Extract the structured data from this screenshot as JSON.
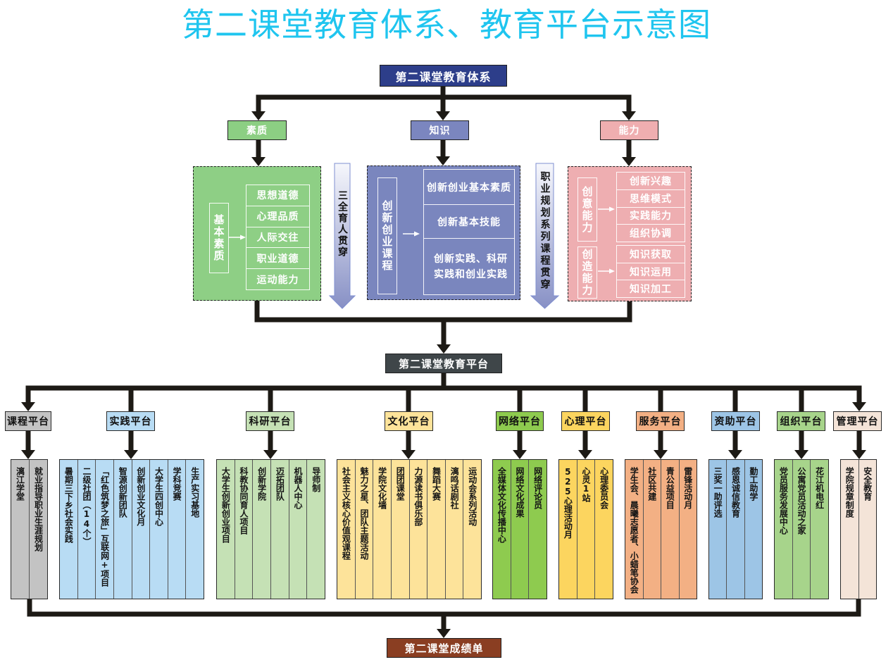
{
  "title": "第二课堂教育体系、教育平台示意图",
  "system": {
    "root_label": "第二课堂教育体系",
    "quality": {
      "label": "素质",
      "group_label": "基本素质",
      "items": [
        "思想道德",
        "心理品质",
        "人际交往",
        "职业道德",
        "运动能力"
      ]
    },
    "knowledge": {
      "label": "知识",
      "group_label": "创新创业课程",
      "items": [
        "创新创业基本素质",
        "创新基本技能",
        "创新实践、科研实践和创业实践"
      ]
    },
    "ability": {
      "label": "能力",
      "groups": [
        {
          "label": "创意能力",
          "items": [
            "创新兴趣",
            "思维模式",
            "实践能力",
            "组织协调"
          ]
        },
        {
          "label": "创造能力",
          "items": [
            "知识获取",
            "知识运用",
            "知识加工"
          ]
        }
      ]
    },
    "through_arrows": [
      {
        "label": "三全育人贯穿"
      },
      {
        "label": "职业规划系列课程贯穿"
      }
    ]
  },
  "platform": {
    "root_label": "第二课堂教育平台",
    "platforms": [
      {
        "label": "课程平台",
        "color": "#c3c3c3",
        "items": [
          "漓江学堂",
          "就业指导职业生涯规划"
        ]
      },
      {
        "label": "实践平台",
        "color": "#b8dcf4",
        "items": [
          "暑期三下乡社会实践",
          "二级社团（14个）",
          "「红色筑梦之旅」互联网+项目",
          "智源创新团队",
          "创新创业文化月",
          "大学生四创中心",
          "学科竞赛",
          "生产实习基地"
        ]
      },
      {
        "label": "科研平台",
        "color": "#c5e1b5",
        "items": [
          "大学生创新创业项目",
          "科教协同育人项目",
          "创新学院",
          "迈拓团队",
          "机器人中心",
          "导师制"
        ]
      },
      {
        "label": "文化平台",
        "color": "#fde39a",
        "items": [
          "社会主义核心价值观课程",
          "魅力之星、团队主题活动",
          "学院文化墙",
          "团团课堂",
          "力源读书俱乐部",
          "舞蹈大赛",
          "漓鸣话剧社",
          "运动会系列活动"
        ]
      },
      {
        "label": "网络平台",
        "color": "#8ecb4f",
        "items": [
          "全媒体文化传播中心",
          "网络文化成果",
          "网络评论员"
        ]
      },
      {
        "label": "心理平台",
        "color": "#fcd55f",
        "items": [
          "525心理活动月",
          "心灵1站",
          "心理委员会"
        ]
      },
      {
        "label": "服务平台",
        "color": "#f3b084",
        "items": [
          "学生会、晨曦志愿者、小蜡笔协会",
          "社区共建",
          "青公益项目",
          "雷锋活动月"
        ]
      },
      {
        "label": "资助平台",
        "color": "#9dc5e6",
        "items": [
          "三奖一助评选",
          "感恩诚信教育",
          "勤工助学"
        ]
      },
      {
        "label": "组织平台",
        "color": "#a7d48b",
        "items": [
          "党员服务发展中心",
          "公寓党员活动之家",
          "花江机电红"
        ]
      },
      {
        "label": "管理平台",
        "color": "#f4e4d8",
        "items": [
          "学院规章制度",
          "安全教育"
        ]
      }
    ]
  },
  "result_label": "第二课堂成绩单",
  "colors": {
    "title": "#1fc5ef",
    "system_root": "#2d3e8a",
    "quality": "#8ccf83",
    "knowledge": "#7b86bf",
    "ability": "#efaeb0",
    "platform_root": "#3f4649",
    "result": "#8a3e22",
    "connector": "#1d1a15"
  }
}
